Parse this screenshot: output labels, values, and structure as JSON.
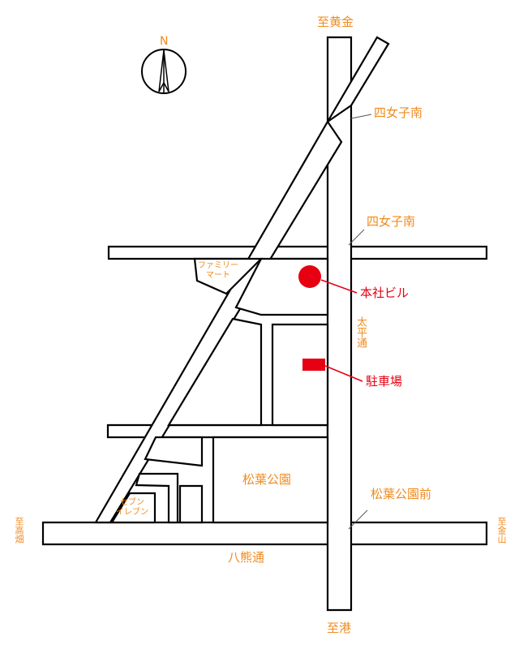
{
  "compass": {
    "letter": "N",
    "icon": "north-arrow-icon"
  },
  "directions": {
    "north": "至黄金",
    "south": "至港",
    "west": "至高畑",
    "east": "至金山"
  },
  "intersections": {
    "upper": "四女子南",
    "middle": "四女子南",
    "lower": "松葉公園前"
  },
  "streets": {
    "vertical_main": "太平通",
    "horizontal_main": "八熊通"
  },
  "places": {
    "park": "松葉公園",
    "familymart_line1": "ファミリー",
    "familymart_line2": "マート",
    "seven_line1": "セブン",
    "seven_line2": "イレブン"
  },
  "markers": {
    "head_office": "本社ビル",
    "parking": "駐車場"
  },
  "colors": {
    "label": "#f08a1e",
    "marker": "#e60012",
    "road_outline": "#000000"
  }
}
